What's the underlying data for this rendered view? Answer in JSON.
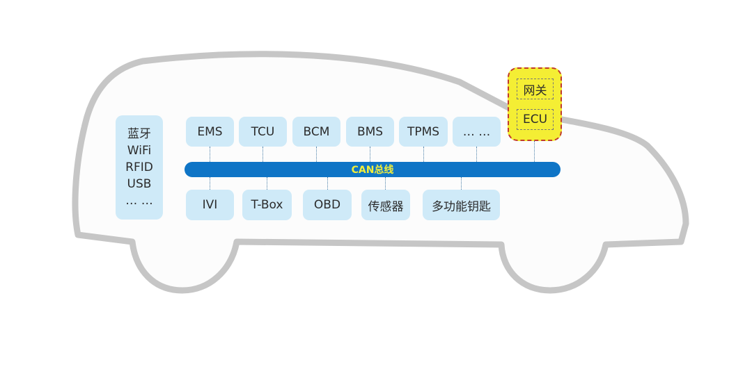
{
  "side_box": {
    "lines": [
      "蓝牙",
      "WiFi",
      "RFID",
      "USB",
      "… …"
    ]
  },
  "top_ecus": [
    "EMS",
    "TCU",
    "BCM",
    "BMS",
    "TPMS",
    "… …"
  ],
  "bottom_ecus": [
    "IVI",
    "T-Box",
    "OBD",
    "传感器",
    "多功能钥匙"
  ],
  "bus_label": "CAN总线",
  "gateway": {
    "top": "网关",
    "bottom": "ECU"
  },
  "colors": {
    "box_fill": "#cfeaf8",
    "bus": "#0f75c6",
    "bus_text": "#f2ee3a",
    "gateway_fill": "#f4ee34",
    "gateway_border": "#c0392b",
    "car_outline": "#c6c6c6"
  }
}
